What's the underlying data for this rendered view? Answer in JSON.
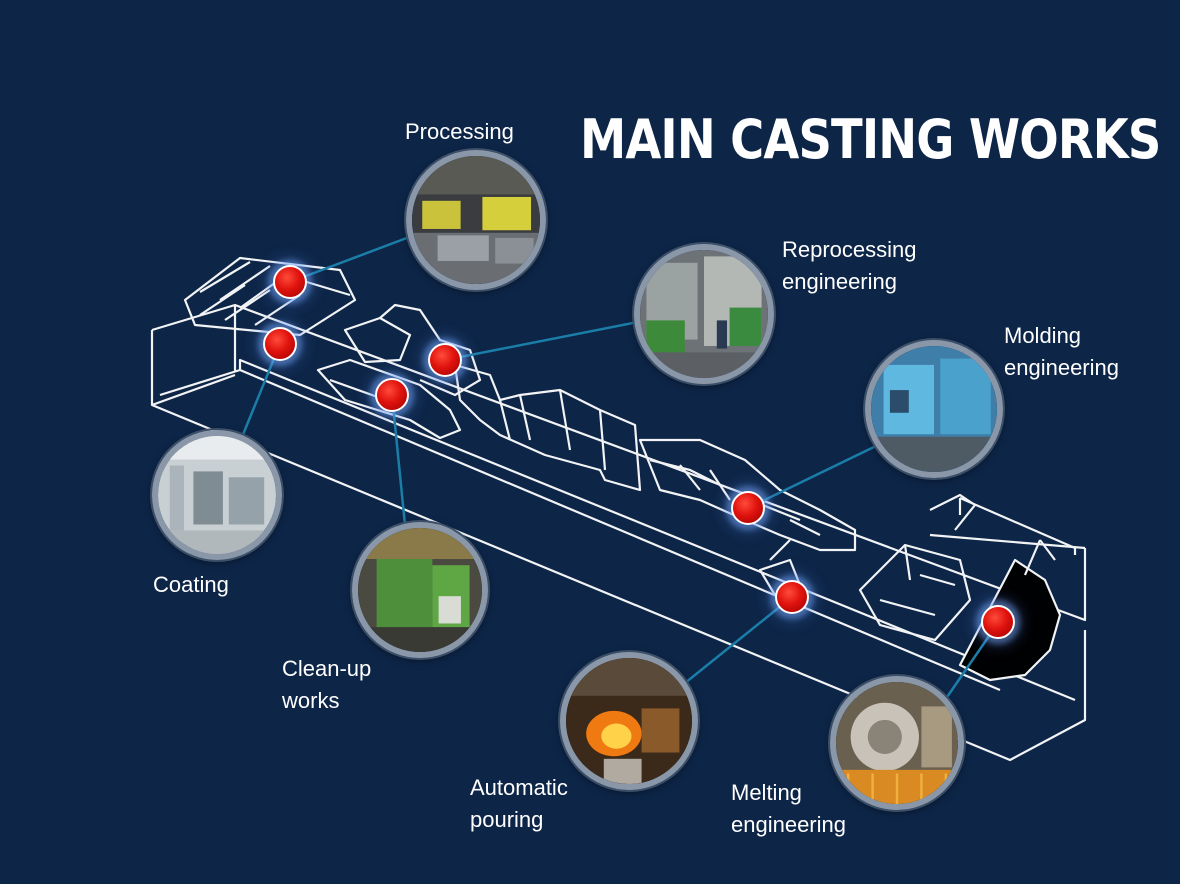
{
  "title": "MAIN CASTING WORKS",
  "stations": {
    "processing": "Processing",
    "reprocessing": [
      "Reprocessing",
      "engineering"
    ],
    "molding": [
      "Molding",
      "engineering"
    ],
    "coating": "Coating",
    "cleanup": [
      "Clean-up",
      "works"
    ],
    "pouring": [
      "Automatic",
      "pouring"
    ],
    "melting": [
      "Melting",
      "engineering"
    ]
  },
  "colors": {
    "background": "#0d2547",
    "connector": "#1b7ea8",
    "marker": "#e0130e",
    "outline": "#ffffff"
  }
}
